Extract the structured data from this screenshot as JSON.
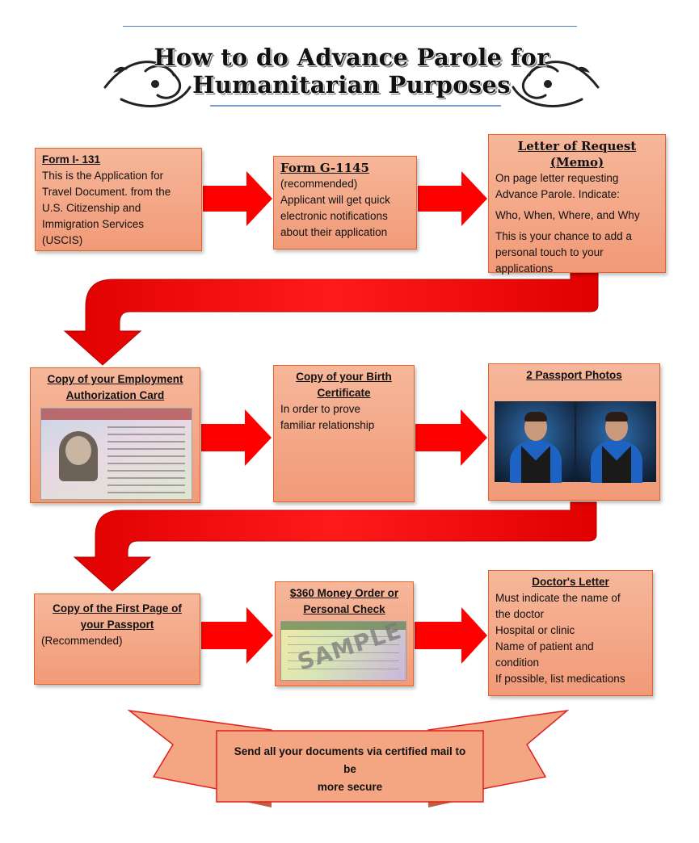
{
  "title": {
    "line1": "How to do Advance Parole for",
    "line2": "Humanitarian Purposes"
  },
  "steps": {
    "form_i131": {
      "heading": "Form I- 131",
      "lines": [
        "This is the Application for",
        "Travel Document. from the",
        "U.S. Citizenship and",
        "Immigration Services",
        "(USCIS)"
      ]
    },
    "form_g1145": {
      "heading": "Form G-1145",
      "lines": [
        "(recommended)",
        "Applicant will get quick",
        "electronic notifications",
        "about their application"
      ]
    },
    "letter_of_request": {
      "heading": "Letter of Request (Memo)",
      "lines": [
        "On page letter requesting",
        "Advance Parole. Indicate:",
        "Who, When, Where, and Why",
        "This is your chance to add a",
        "personal touch to your",
        "applications"
      ]
    },
    "employment_card": {
      "heading_line1": "Copy of your Employment",
      "heading_line2": "Authorization Card"
    },
    "birth_certificate": {
      "heading_line1": "Copy of your Birth",
      "heading_line2": "Certificate",
      "lines": [
        "In order to prove",
        "familiar relationship"
      ]
    },
    "passport_photos": {
      "heading": "2 Passport Photos"
    },
    "passport_page": {
      "heading_line1": "Copy of the First Page of",
      "heading_line2": "your Passport",
      "lines": [
        "(Recommended)"
      ]
    },
    "money_order": {
      "heading_line1": "$360 Money Order or",
      "heading_line2": "Personal Check",
      "sample_text": "SAMPLE"
    },
    "doctors_letter": {
      "heading": "Doctor's Letter",
      "lines": [
        "Must indicate the name of",
        "the doctor",
        "Hospital or clinic",
        "Name of patient and",
        "condition",
        "If possible, list medications"
      ]
    }
  },
  "banner": {
    "line1": "Send all your documents via certified mail to be",
    "line2": "more secure"
  },
  "colors": {
    "box_fill": "#f4a582",
    "box_border": "#e0662f",
    "arrow": "#ff0000",
    "banner_fill": "#f4a582",
    "banner_border": "#e02020"
  }
}
